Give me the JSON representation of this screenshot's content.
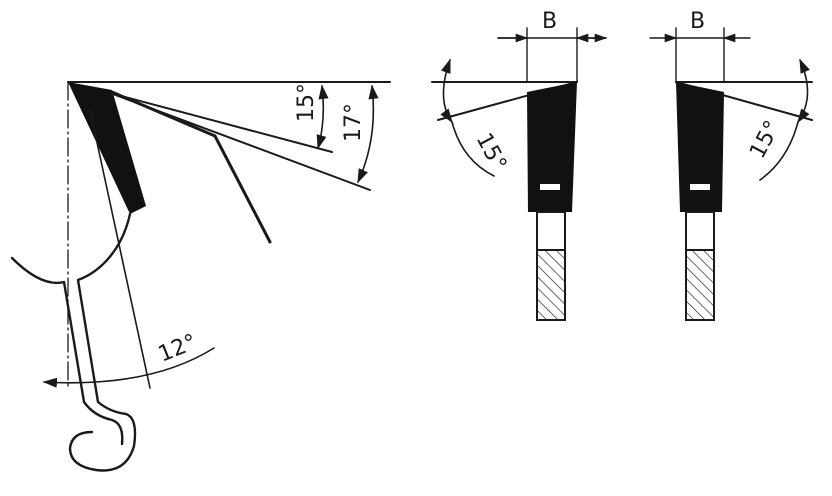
{
  "labels": {
    "angle_15_top": "15°",
    "angle_17": "17°",
    "angle_12": "12°",
    "width_left": "B",
    "width_right": "B",
    "bevel_left": "15°",
    "bevel_right": "15°"
  },
  "colors": {
    "ink": "#1a1a1a",
    "paper": "#ffffff"
  }
}
